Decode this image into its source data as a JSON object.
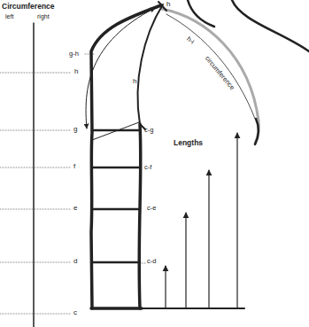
{
  "diagram": {
    "labels": [
      "Circumference",
      "left",
      "right",
      "h",
      "g-h",
      "h",
      "h",
      "h-i",
      "circumference",
      "g",
      "c-g",
      "Lengths",
      "f",
      "c-f",
      "e",
      "c-e",
      "d",
      "c-d",
      "c"
    ]
  }
}
